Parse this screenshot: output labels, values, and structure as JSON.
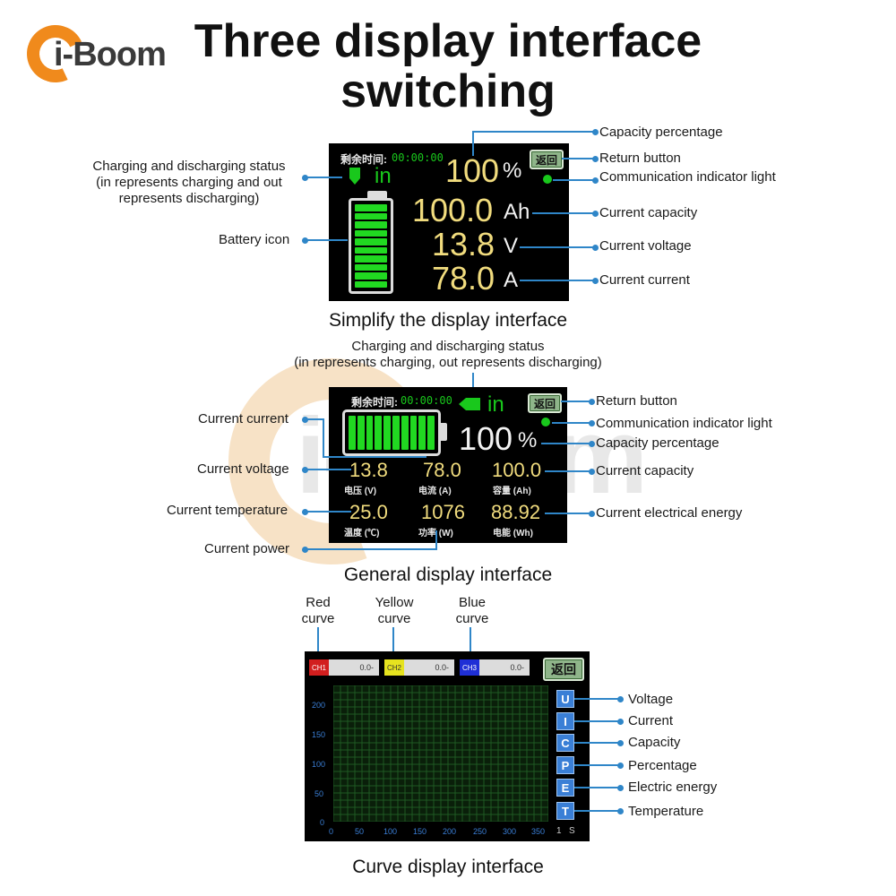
{
  "logo": {
    "text": "i-Boom"
  },
  "title": {
    "line1": "Three display interface",
    "line2": "switching"
  },
  "simple": {
    "caption": "Simplify the display interface",
    "remaining_label": "剩余时间:",
    "timer": "00:00:00",
    "status": "in",
    "percent_value": "100",
    "percent_unit": "%",
    "return_label": "返回",
    "capacity_value": "100.0",
    "capacity_unit": "Ah",
    "voltage_value": "13.8",
    "voltage_unit": "V",
    "current_value": "78.0",
    "current_unit": "A",
    "battery_level": 1.0,
    "annotations": {
      "capacity_percentage": "Capacity percentage",
      "return_button": "Return button",
      "comm_light": "Communication indicator light",
      "current_capacity": "Current capacity",
      "current_voltage": "Current voltage",
      "current_current": "Current current",
      "status_l1": "Charging and discharging status",
      "status_l2": "(in represents charging and out",
      "status_l3": "represents discharging)",
      "battery_icon": "Battery icon"
    }
  },
  "general": {
    "caption": "General display interface",
    "remaining_label": "剩余时间:",
    "timer": "00:00:00",
    "status": "in",
    "return_label": "返回",
    "percent_value": "100",
    "percent_unit": "%",
    "voltage": {
      "value": "13.8",
      "label": "电压 (V)"
    },
    "current": {
      "value": "78.0",
      "label": "电流 (A)"
    },
    "capacity": {
      "value": "100.0",
      "label": "容量 (Ah)"
    },
    "temperature": {
      "value": "25.0",
      "label": "温度 (℃)"
    },
    "power": {
      "value": "1076",
      "label": "功率 (W)"
    },
    "energy": {
      "value": "88.92",
      "label": "电能 (Wh)"
    },
    "battery_level": 1.0,
    "annotations": {
      "status_l1": "Charging and discharging status",
      "status_l2": "(in represents charging, out represents discharging)",
      "return_button": "Return button",
      "comm_light": "Communication indicator light",
      "capacity_percentage": "Capacity percentage",
      "current_capacity": "Current capacity",
      "current_energy": "Current electrical energy",
      "current_current": "Current current",
      "current_voltage": "Current voltage",
      "current_temperature": "Current temperature",
      "current_power": "Current power"
    }
  },
  "curve": {
    "caption": "Curve display interface",
    "channels": [
      {
        "tag": "CH1",
        "value": "0.0-",
        "color": "#d21e1e"
      },
      {
        "tag": "CH2",
        "value": "0.0-",
        "color": "#e6e31f"
      },
      {
        "tag": "CH3",
        "value": "0.0-",
        "color": "#1f2fd6"
      }
    ],
    "return_label": "返回",
    "y_ticks": [
      "200",
      "150",
      "100",
      "50",
      "0"
    ],
    "x_ticks": [
      "0",
      "50",
      "100",
      "150",
      "200",
      "250",
      "300",
      "350"
    ],
    "x_unit_num": "1",
    "x_unit": "S",
    "buttons": [
      {
        "key": "U",
        "label": "Voltage"
      },
      {
        "key": "I",
        "label": "Current"
      },
      {
        "key": "C",
        "label": "Capacity"
      },
      {
        "key": "P",
        "label": "Percentage"
      },
      {
        "key": "E",
        "label": "Electric energy"
      },
      {
        "key": "T",
        "label": "Temperature"
      }
    ],
    "curve_labels": [
      {
        "l1": "Red",
        "l2": "curve"
      },
      {
        "l1": "Yellow",
        "l2": "curve"
      },
      {
        "l1": "Blue",
        "l2": "curve"
      }
    ]
  }
}
